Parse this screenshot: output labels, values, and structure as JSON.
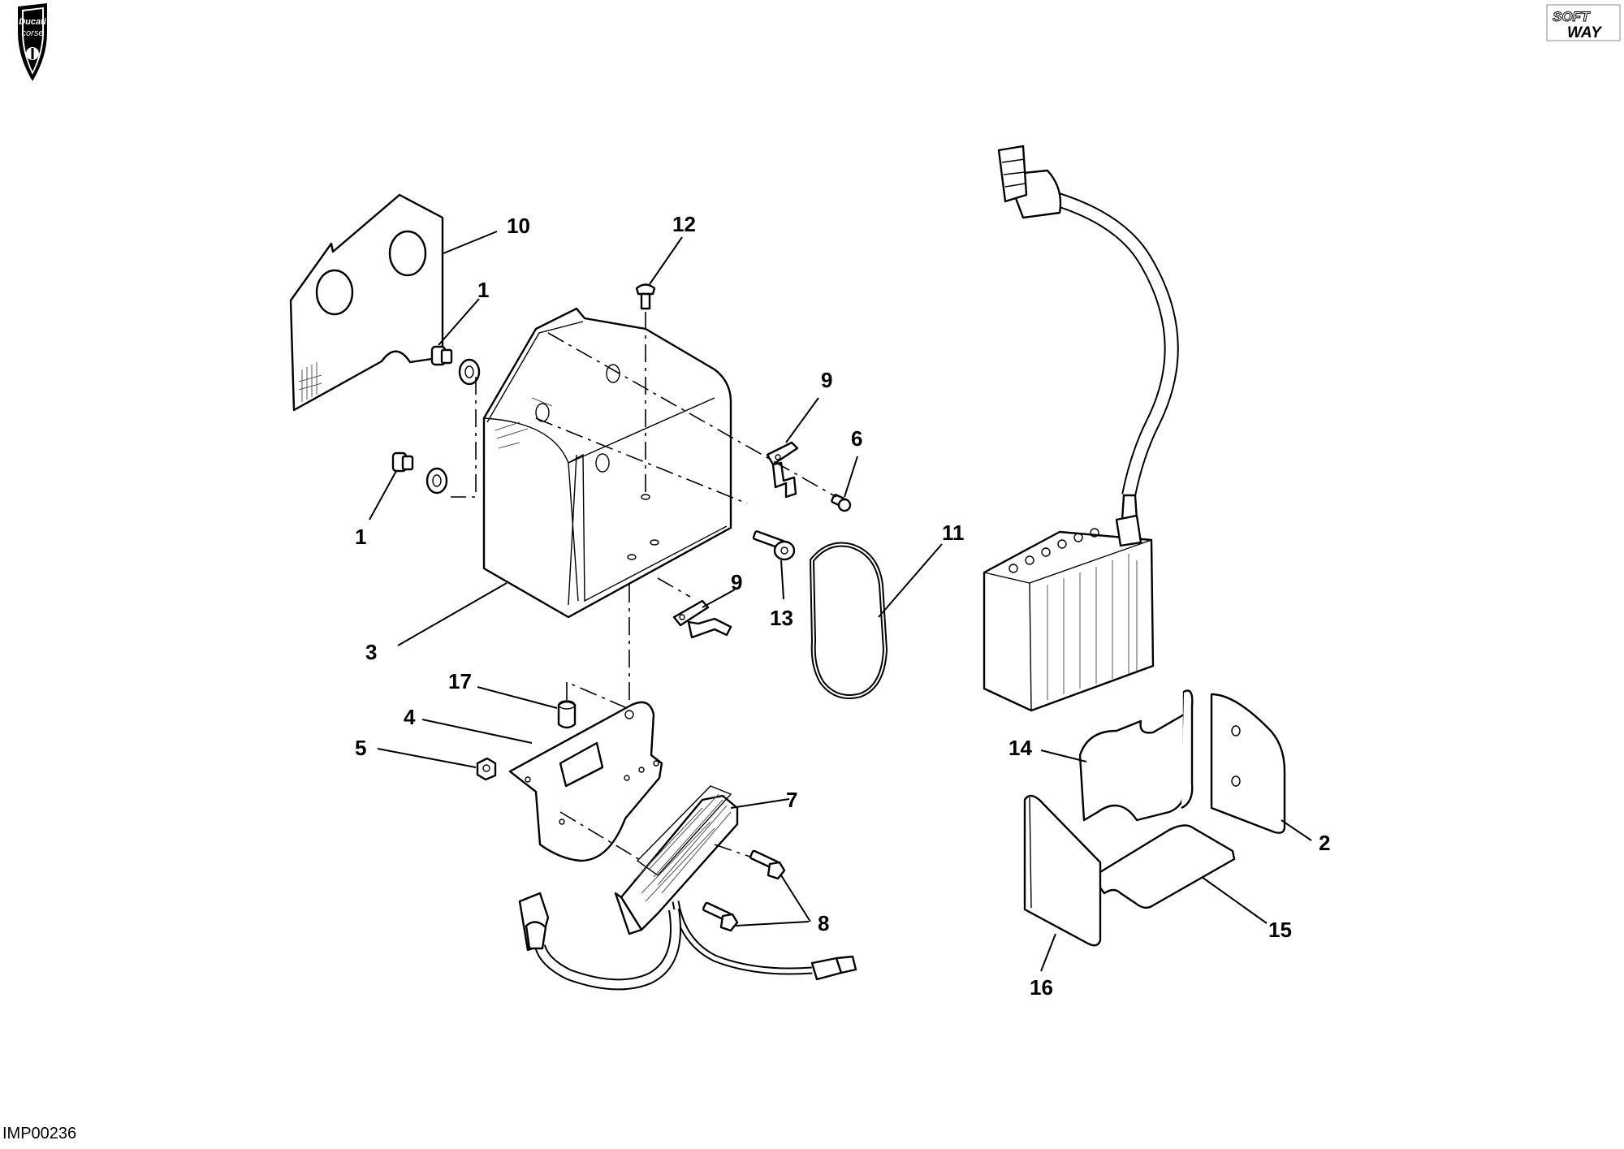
{
  "brand": {
    "logo_line1": "Ducati",
    "logo_line2": "corse",
    "corner_mark_1": "SOFT",
    "corner_mark_2": "WAY"
  },
  "drawing_code": "IMP00236",
  "callouts": [
    {
      "id": "c1a",
      "label": "1"
    },
    {
      "id": "c1b",
      "label": "1"
    },
    {
      "id": "c2",
      "label": "2"
    },
    {
      "id": "c3",
      "label": "3"
    },
    {
      "id": "c4",
      "label": "4"
    },
    {
      "id": "c5",
      "label": "5"
    },
    {
      "id": "c6",
      "label": "6"
    },
    {
      "id": "c7",
      "label": "7"
    },
    {
      "id": "c8",
      "label": "8"
    },
    {
      "id": "c9a",
      "label": "9"
    },
    {
      "id": "c9b",
      "label": "9"
    },
    {
      "id": "c10",
      "label": "10"
    },
    {
      "id": "c11",
      "label": "11"
    },
    {
      "id": "c12",
      "label": "12"
    },
    {
      "id": "c13",
      "label": "13"
    },
    {
      "id": "c14",
      "label": "14"
    },
    {
      "id": "c15",
      "label": "15"
    },
    {
      "id": "c16",
      "label": "16"
    },
    {
      "id": "c17",
      "label": "17"
    }
  ]
}
